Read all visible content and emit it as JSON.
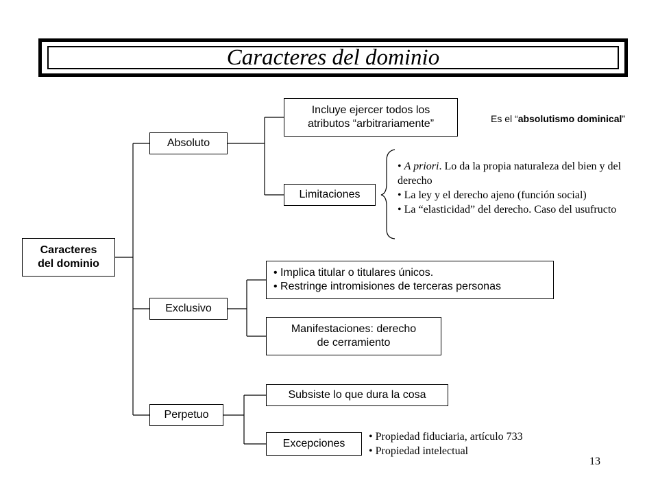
{
  "title": "Caracteres del dominio",
  "root": {
    "line1": "Caracteres",
    "line2": "del dominio"
  },
  "absoluto": {
    "label": "Absoluto",
    "child1": {
      "line1": "Incluye ejercer todos los",
      "line2": "atributos “arbitrariamente”"
    },
    "note": {
      "prefix": "Es el “",
      "bold": "absolutismo dominical",
      "suffix": "”"
    },
    "child2": "Limitaciones",
    "limits": [
      {
        "italic": "A priori",
        "rest": ". Lo da la propia naturaleza del bien y del derecho"
      },
      {
        "italic": "",
        "rest": "La ley y el derecho ajeno (función social)"
      },
      {
        "italic": "",
        "rest": "La “elasticidad” del derecho. Caso del usufructo"
      }
    ]
  },
  "exclusivo": {
    "label": "Exclusivo",
    "child1": [
      "Implica titular o titulares únicos.",
      "Restringe intromisiones de terceras personas"
    ],
    "child2": {
      "line1": "Manifestaciones: derecho",
      "line2": "de cerramiento"
    }
  },
  "perpetuo": {
    "label": "Perpetuo",
    "child1": "Subsiste lo que dura la cosa",
    "child2": "Excepciones",
    "exceptions": [
      "Propiedad fiduciaria, artículo 733",
      "Propiedad intelectual"
    ]
  },
  "page_number": "13"
}
